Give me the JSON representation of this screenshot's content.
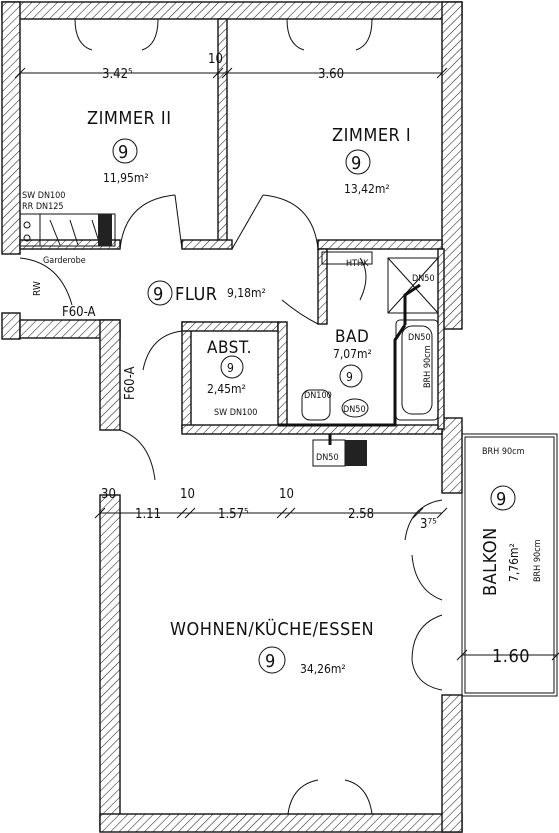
{
  "rooms": {
    "zimmer2": {
      "name": "ZIMMER II",
      "number": "9",
      "area": "11,95m²"
    },
    "zimmer1": {
      "name": "ZIMMER I",
      "number": "9",
      "area": "13,42m²"
    },
    "flur": {
      "name": "FLUR",
      "number": "9",
      "area": "9,18m²"
    },
    "abst": {
      "name": "ABST.",
      "number": "9",
      "area": "2,45m²"
    },
    "bad": {
      "name": "BAD",
      "number": "9",
      "area": "7,07m²"
    },
    "wohnen": {
      "name": "WOHNEN/KÜCHE/ESSEN",
      "number": "9",
      "area": "34,26m²"
    },
    "balkon": {
      "name": "BALKON",
      "number": "9",
      "area": "7,76m²"
    }
  },
  "dimensions": {
    "top_left": "3.42⁵",
    "top_mid": "10",
    "top_right": "3.60",
    "lower_a": "1.11",
    "lower_b": "10",
    "lower_c": "1.57⁵",
    "lower_d": "10",
    "lower_e": "2.58",
    "lower_f": "3⁷⁵",
    "left_30": "30",
    "balkon_width": "1.60"
  },
  "annotations": {
    "sw_dn100": "SW  DN100",
    "rr_dn125": "RR  DN125",
    "garderobe": "Garderobe",
    "rw": "RW",
    "f60a_top": "F60-A",
    "f60a_side": "F60-A",
    "htnk": "HTHK",
    "dn50_shower": "DN50",
    "dn50_tub": "DN50",
    "brh_tub": "BRH  90cm",
    "dn100_wc": "DN100",
    "dn50_sink": "DN50",
    "sw_dn100_abst": "SW  DN100",
    "dn50_kitchen": "DN50",
    "brh_balkon_top": "BRH  90cm",
    "brh_balkon_side": "BRH  90cm"
  }
}
